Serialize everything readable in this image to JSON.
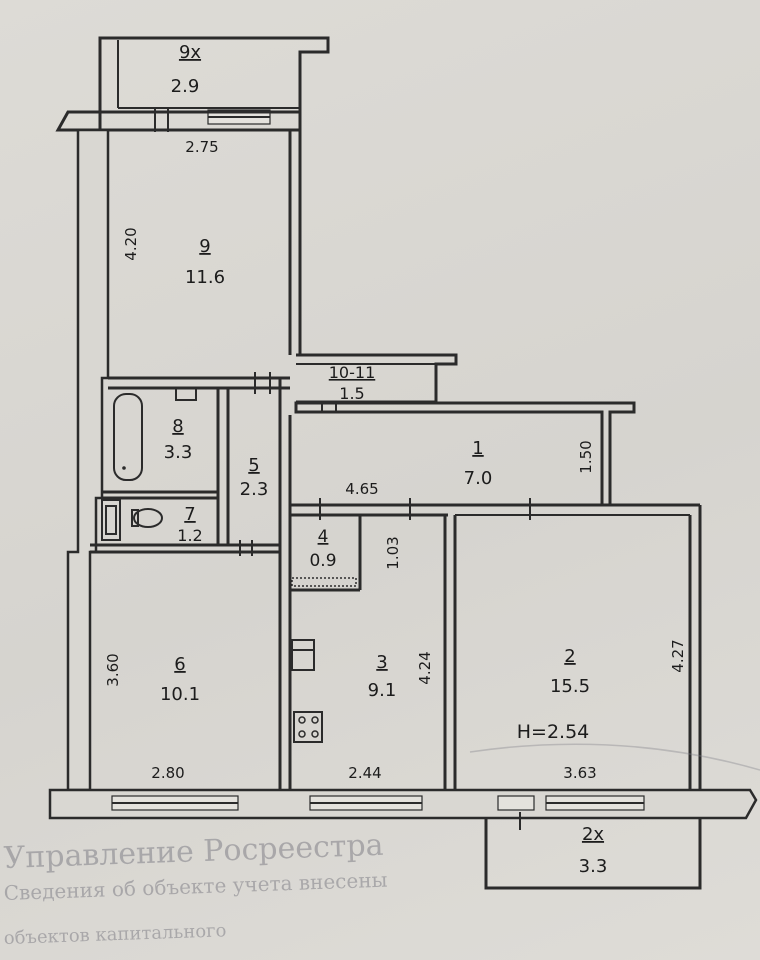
{
  "rooms": [
    {
      "id": "9x",
      "number": "9х",
      "area": "2.9"
    },
    {
      "id": "9",
      "number": "9",
      "area": "11.6"
    },
    {
      "id": "10-11",
      "number": "10-11",
      "area": "1.5"
    },
    {
      "id": "8",
      "number": "8",
      "area": "3.3"
    },
    {
      "id": "5",
      "number": "5",
      "area": "2.3"
    },
    {
      "id": "1",
      "number": "1",
      "area": "7.0"
    },
    {
      "id": "7",
      "number": "7",
      "area": "1.2"
    },
    {
      "id": "4",
      "number": "4",
      "area": "0.9"
    },
    {
      "id": "6",
      "number": "6",
      "area": "10.1"
    },
    {
      "id": "3",
      "number": "3",
      "area": "9.1"
    },
    {
      "id": "2",
      "number": "2",
      "area": "15.5"
    },
    {
      "id": "2x",
      "number": "2х",
      "area": "3.3"
    }
  ],
  "dimensions": {
    "d_2_75": "2.75",
    "d_4_20": "4.20",
    "d_1_50": "1.50",
    "d_4_65": "4.65",
    "d_1_03": "1.03",
    "d_3_60": "3.60",
    "d_4_24": "4.24",
    "d_4_27": "4.27",
    "d_2_80": "2.80",
    "d_2_44": "2.44",
    "d_3_63": "3.63"
  },
  "ceiling_height": "H=2.54",
  "stamp": {
    "line1": "Управление Росреестра",
    "line2": "Сведения об объекте учета внесены",
    "line3": "объектов капитального"
  },
  "colors": {
    "ink": "#2b2b2b",
    "paper": "#dcdad5"
  }
}
